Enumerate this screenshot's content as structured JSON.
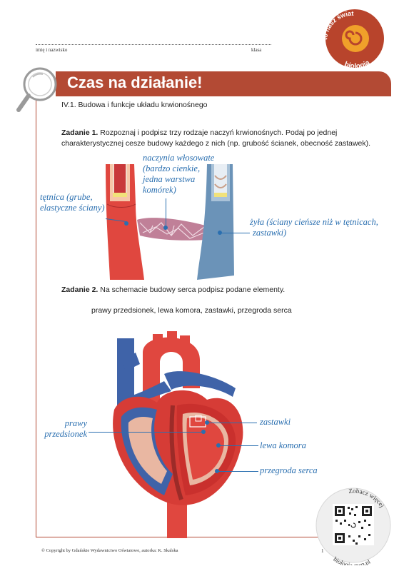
{
  "header": {
    "name_label": "imię i nazwisko",
    "class_label": "klasa",
    "logo_text_top": "to nasz świat",
    "logo_text_bottom": "biologia"
  },
  "banner": {
    "title": "Czas na działanie!"
  },
  "section": {
    "subtitle": "IV.1. Budowa i funkcje układu krwionośnego"
  },
  "task1": {
    "label": "Zadanie 1.",
    "text": " Rozpoznaj i podpisz trzy rodzaje naczyń krwionośnych. Podaj po jednej charakterystycznej cesze budowy każdego z nich (np. grubość ścianek, obecność zastawek).",
    "answers": {
      "capillary": [
        "naczynia włosowate",
        "(bardzo cienkie,",
        "jedna warstwa",
        "komórek)"
      ],
      "artery": [
        "tętnica (grube,",
        "elastyczne ściany)"
      ],
      "vein": [
        "żyła (ściany cieńsze niż w tętnicach,",
        "zastawki)"
      ]
    }
  },
  "task2": {
    "label": "Zadanie 2.",
    "text": " Na schemacie budowy serca podpisz podane elementy.",
    "terms": "prawy przedsionek, lewa komora, zastawki, przegroda serca",
    "answers": {
      "right_atrium": [
        "prawy",
        "przedsionek"
      ],
      "valves": "zastawki",
      "left_ventricle": "lewa komora",
      "septum": "przegroda serca"
    }
  },
  "qr": {
    "caption_top": "Zobacz więcej",
    "caption_bottom": "biologia.gwo.pl"
  },
  "footer": {
    "copyright": "© Copyright by Gdańskie Wydawnictwo Oświatowe, autorka: K. Skalska",
    "page_number": "1"
  },
  "colors": {
    "accent": "#b34a34",
    "artery": "#e0473f",
    "vein": "#3f63a8",
    "handwriting": "#2a6fb0"
  }
}
